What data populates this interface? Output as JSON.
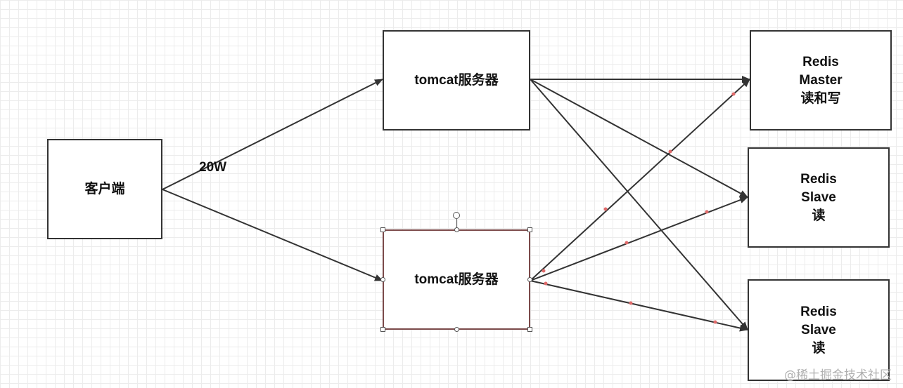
{
  "nodes": {
    "client": "客户端",
    "tomcat_top": "tomcat服务器",
    "tomcat_bottom": "tomcat服务器",
    "redis_master": "Redis\nMaster\n读和写",
    "redis_slave_1": "Redis\nSlave\n读",
    "redis_slave_2": "Redis\nSlave\n读"
  },
  "edge_label": "20W",
  "watermark": "@稀土掘金技术社区",
  "colors": {
    "line": "#333333",
    "box_border": "#333333",
    "selected_border": "#7b4a4a",
    "midpoint": "#e06a6a",
    "grid": "#ececec"
  }
}
